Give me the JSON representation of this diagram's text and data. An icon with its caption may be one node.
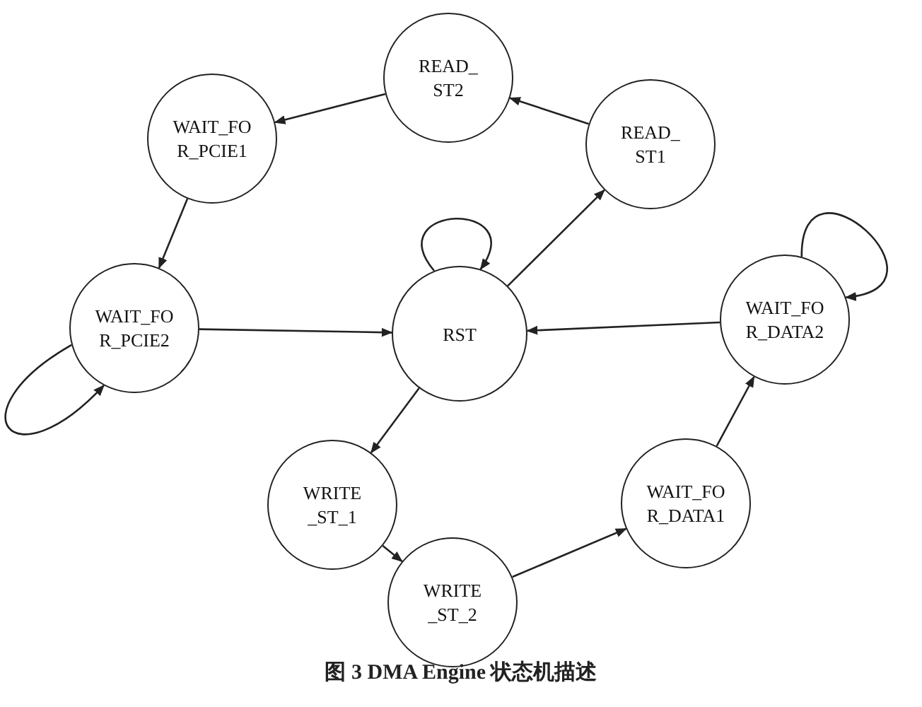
{
  "diagram": {
    "caption": "图 3 DMA Engine 状态机描述",
    "nodes": [
      {
        "text": [
          "READ_ ST2"
        ]
      },
      {
        "text": [
          "WAIT_FO R_PCIE1"
        ]
      },
      {
        "text": [
          "READ_ ST1"
        ]
      },
      {
        "text": [
          "WAIT_FO R_PCIE2"
        ]
      },
      {
        "text": [
          "RST"
        ]
      },
      {
        "text": [
          "WAIT_FO R_DATA2"
        ]
      },
      {
        "text": [
          "WRITE _ST_1"
        ]
      },
      {
        "text": [
          "WRITE _ST_2"
        ]
      },
      {
        "text": [
          "WAIT_FO R_DATA1"
        ]
      }
    ],
    "edges": [
      {
        "from": 2,
        "to": 0,
        "arrow": "to"
      },
      {
        "from": 0,
        "to": 1,
        "arrow": "to"
      },
      {
        "from": 1,
        "to": 3,
        "arrow": "to"
      },
      {
        "from": 3,
        "to": 3,
        "arrow": "to"
      },
      {
        "from": 3,
        "to": 4,
        "arrow": "to"
      },
      {
        "from": 4,
        "to": 4,
        "arrow": "to"
      },
      {
        "from": 4,
        "to": 2,
        "arrow": "to"
      },
      {
        "from": 5,
        "to": 4,
        "arrow": "to"
      },
      {
        "from": 5,
        "to": 5,
        "arrow": "to"
      },
      {
        "from": 4,
        "to": 6,
        "arrow": "to"
      },
      {
        "from": 6,
        "to": 7,
        "arrow": "to"
      },
      {
        "from": 7,
        "to": 8,
        "arrow": "to"
      },
      {
        "from": 8,
        "to": 5,
        "arrow": "to"
      }
    ]
  }
}
